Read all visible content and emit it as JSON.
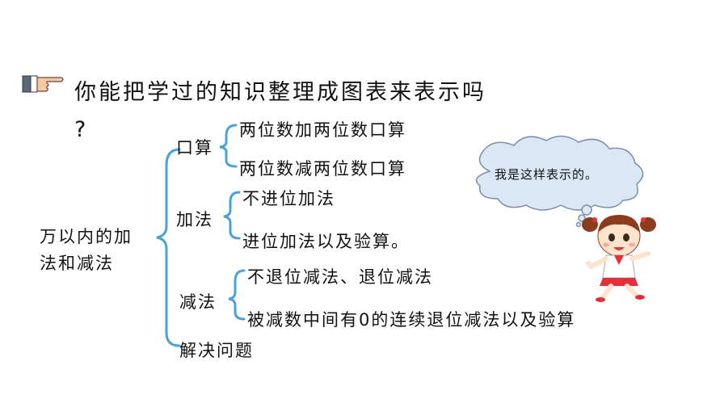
{
  "question_line1": "你能把学过的知识整理成图表来表示吗",
  "question_line2": "?",
  "root_label_line1": "万以内的加",
  "root_label_line2": "法和减法",
  "branches": [
    {
      "label": "口算",
      "items": [
        "两位数加两位数口算",
        "两位数减两位数口算"
      ]
    },
    {
      "label": "加法",
      "items": [
        "不进位加法",
        "进位加法以及验算。"
      ]
    },
    {
      "label": "减法",
      "items": [
        "不退位减法、退位减法",
        "被减数中间有0的连续退位减法以及验算"
      ]
    },
    {
      "label": "解决问题",
      "items": []
    }
  ],
  "speech_bubble": "我是这样表示的。",
  "icons": [
    "pointing-hand-icon",
    "thought-cloud",
    "girl-illustration"
  ]
}
